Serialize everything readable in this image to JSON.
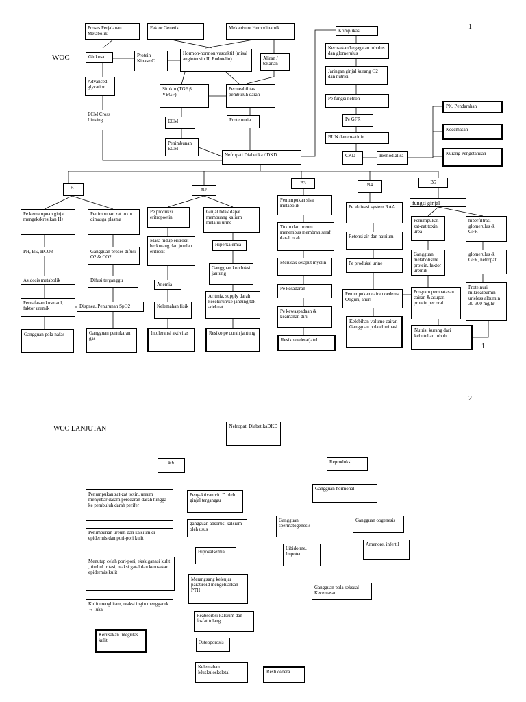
{
  "page1": {
    "title": "WOC",
    "page_no": "1",
    "page_no_bottom": "1",
    "top": {
      "proses": "Proses Perjalanan Metabolik",
      "genetik": "Faktor Genetik",
      "hemo": "Mekanisme Hemodinamik",
      "glukosa": "Glukosa",
      "pkc": "Protein Kinase C",
      "hormon": "Hormon-hormon vasoaktif (misal angiotensin II, Endotelin)",
      "aliran": "Aliran / tekanan",
      "age": "Advanced glycation",
      "ecmlink": "ECM Cross Linking",
      "sitokin": "Sitokin (TGF β VEGF)",
      "permea": "Permeabilitas pembuluh darah",
      "ecm": "ECM",
      "proteinuria": "Proteinuria",
      "penimbunan": "Penimbunan ECM",
      "nefro": "Nefropati Diabetika / DKD"
    },
    "right": {
      "komplikasi": "Komplikasi",
      "kerusakan": "Kerusakan/kegagalan tubulus dan glomerulus",
      "jaringan": "Jaringan ginjal kurang O2 dan nutrisi",
      "fungsi": "Pe fungsi nefron",
      "gfr": "Pe GFR",
      "bun": "BUN dan creatinin",
      "ckd": "CKD",
      "hemodialisa": "Hemodialisa",
      "pk": "PK. Pendarahan",
      "cemas": "Kecemasan",
      "kurang": "Kurang Pengetahuan"
    },
    "b_labels": [
      "B1",
      "B2",
      "B3",
      "B4",
      "B5"
    ],
    "b1": {
      "a1": "Pe kemampuan ginjal mengekskresikan H+",
      "a2": "PH, BE, HCO3",
      "a3": "Asidosis metabolik",
      "a4": "Pernafasan kusmaul, faktor uremik",
      "a5": "Gangguan pola nafas",
      "b1": "Penimbunan zat toxin dimasga plasma",
      "b2": "Gangguan proses difusi O2 & CO2",
      "b3": "Difusi terganggu",
      "b4": "Dispnea, Penurunan SpO2",
      "b5": "Gangguan pertukaran gas"
    },
    "b2": {
      "a1": "Pe produksi eritropoetin",
      "a2": "Masa hidup eritrosit berkurang dan jumlah eritrosit",
      "a3": "Anemia",
      "a4": "Kelemahan fisik",
      "a5": "Intoleransi aktivitas",
      "b1": "Ginjal tidak dapat membuang kalium melalui urine",
      "b2": "Hiperkalemia",
      "b3": "Gangguan konduksi jantung",
      "b4": "Aritmia, supply darah keseluruh/ke jantung tdk adekuat",
      "b5": "Resiko pe curah jantung"
    },
    "b3": {
      "a1": "Penumpukan sisa metabolik",
      "a2": "Toxin dan ureum menembus membran saraf darah otak",
      "a3": "Merusak selaput myelin",
      "a4": "Pe kesadaran",
      "a5": "Pe kewaspadaan & keamanan diri",
      "a6": "Resiko cedera/jatuh"
    },
    "b4": {
      "a1": "Pe aktivasi system RAA",
      "a2": "Retensi air dan natrium",
      "a3": "Pe produksi urine",
      "a4": "Penumpukan cairan oedema Oliguri, anuri",
      "a5": "Kelebihan volume cairan Gangguan pola eliminasi"
    },
    "b5": {
      "head": "fungsi ginjal",
      "a1": "Penumpukan zat-zat toxin, urea",
      "a2": "Gangguan metabolisme protein, faktor uremik",
      "a3": "Program pembatasan cairan & asupan protein per oral",
      "a4": "Nutrisi kurang dari kebutuhan tubuh",
      "b1": "hiperfiltrasi glomerulus & GFR",
      "b2": "glomerulus & GFR, nefropati",
      "b3": "Proteinuri mikroalbumin urieless albumin 30-300 mg/hr"
    }
  },
  "page2": {
    "page_no": "2",
    "title": "WOC LANJUTAN",
    "nefro": "Nefropati DiabetikaDKD",
    "b6": "B6",
    "repro": "Reproduksi",
    "left": [
      "Penumpukan zat-zat toxin, ureum menyebar dalam peredaran darah hingga ke pembuluh darah perifer",
      "Penimbunan ureum dan kalsium di epidermis dan pori-pori kulit",
      "Menutup celah pori-pori, ekskiganasi kulit , timbul iritasi, reaksi gatal dan kerusakan epidermis kulit",
      "Kulit menghitam, reaksi ingin menggaruk → luka",
      "Kerusakan integritas kulit"
    ],
    "mid": [
      "Pengaktivan vit. D oleh ginjal terganggu",
      "gangguan absorbsi kalsium oleh usus",
      "Hipokalsemia",
      "Merangsang kelenjar paratiroid mengeluarkan PTH",
      "Reabsorbsi kalsium dan fosfat tulang",
      "Osteoporosis",
      "Kelemahan Muskuloskeletal"
    ],
    "resti": "Resti cedera",
    "repro_items": {
      "hormonal": "Gangguan hormonal",
      "sperma": "Gangguan spermatogenesis",
      "oogen": "Gangguan oogenesis",
      "libido": "Libido me, Impoten",
      "amenore": "Amenore, infertil",
      "seksual": "Gangguan pola seksual Kecemasan"
    }
  }
}
